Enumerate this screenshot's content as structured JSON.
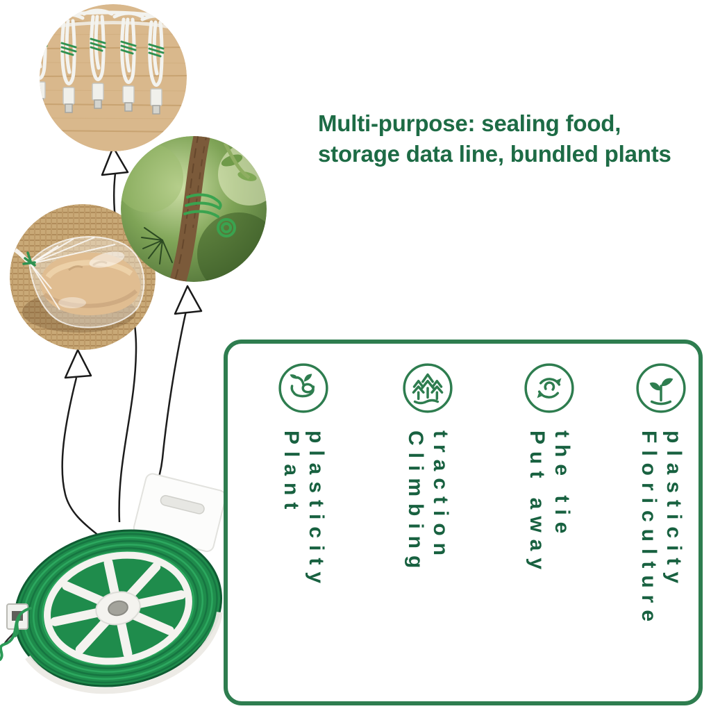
{
  "headline": {
    "line1": "Multi-purpose: sealing food,",
    "line2": "storage data line, bundled plants",
    "color": "#1d6b45"
  },
  "feature_panel": {
    "border_color": "#2e7d4f",
    "features": [
      {
        "icon": "vine-swirl-icon",
        "line1": "Plant",
        "line2": "plasticity"
      },
      {
        "icon": "climbing-trees-icon",
        "line1": "Climbing",
        "line2": "traction"
      },
      {
        "icon": "circular-arrows-icon",
        "line1": "Put away",
        "line2": "the tie"
      },
      {
        "icon": "sprout-icon",
        "line1": "Floriculture",
        "line2": "plasticity"
      }
    ]
  },
  "photos": {
    "top": "usb-cables-bundled-with-green-ties",
    "middle": "plant-stem-tied-with-green-wire",
    "left": "bread-bag-sealed-with-green-twist-tie",
    "product": "green-twist-tie-wire-spool-with-hang-tag"
  },
  "colors": {
    "headline_green": "#1d6b45",
    "panel_border_green": "#2e7d4f",
    "label_green": "#186140",
    "tie_green": "#2f9150",
    "wire_green": "#1f8c4c"
  }
}
